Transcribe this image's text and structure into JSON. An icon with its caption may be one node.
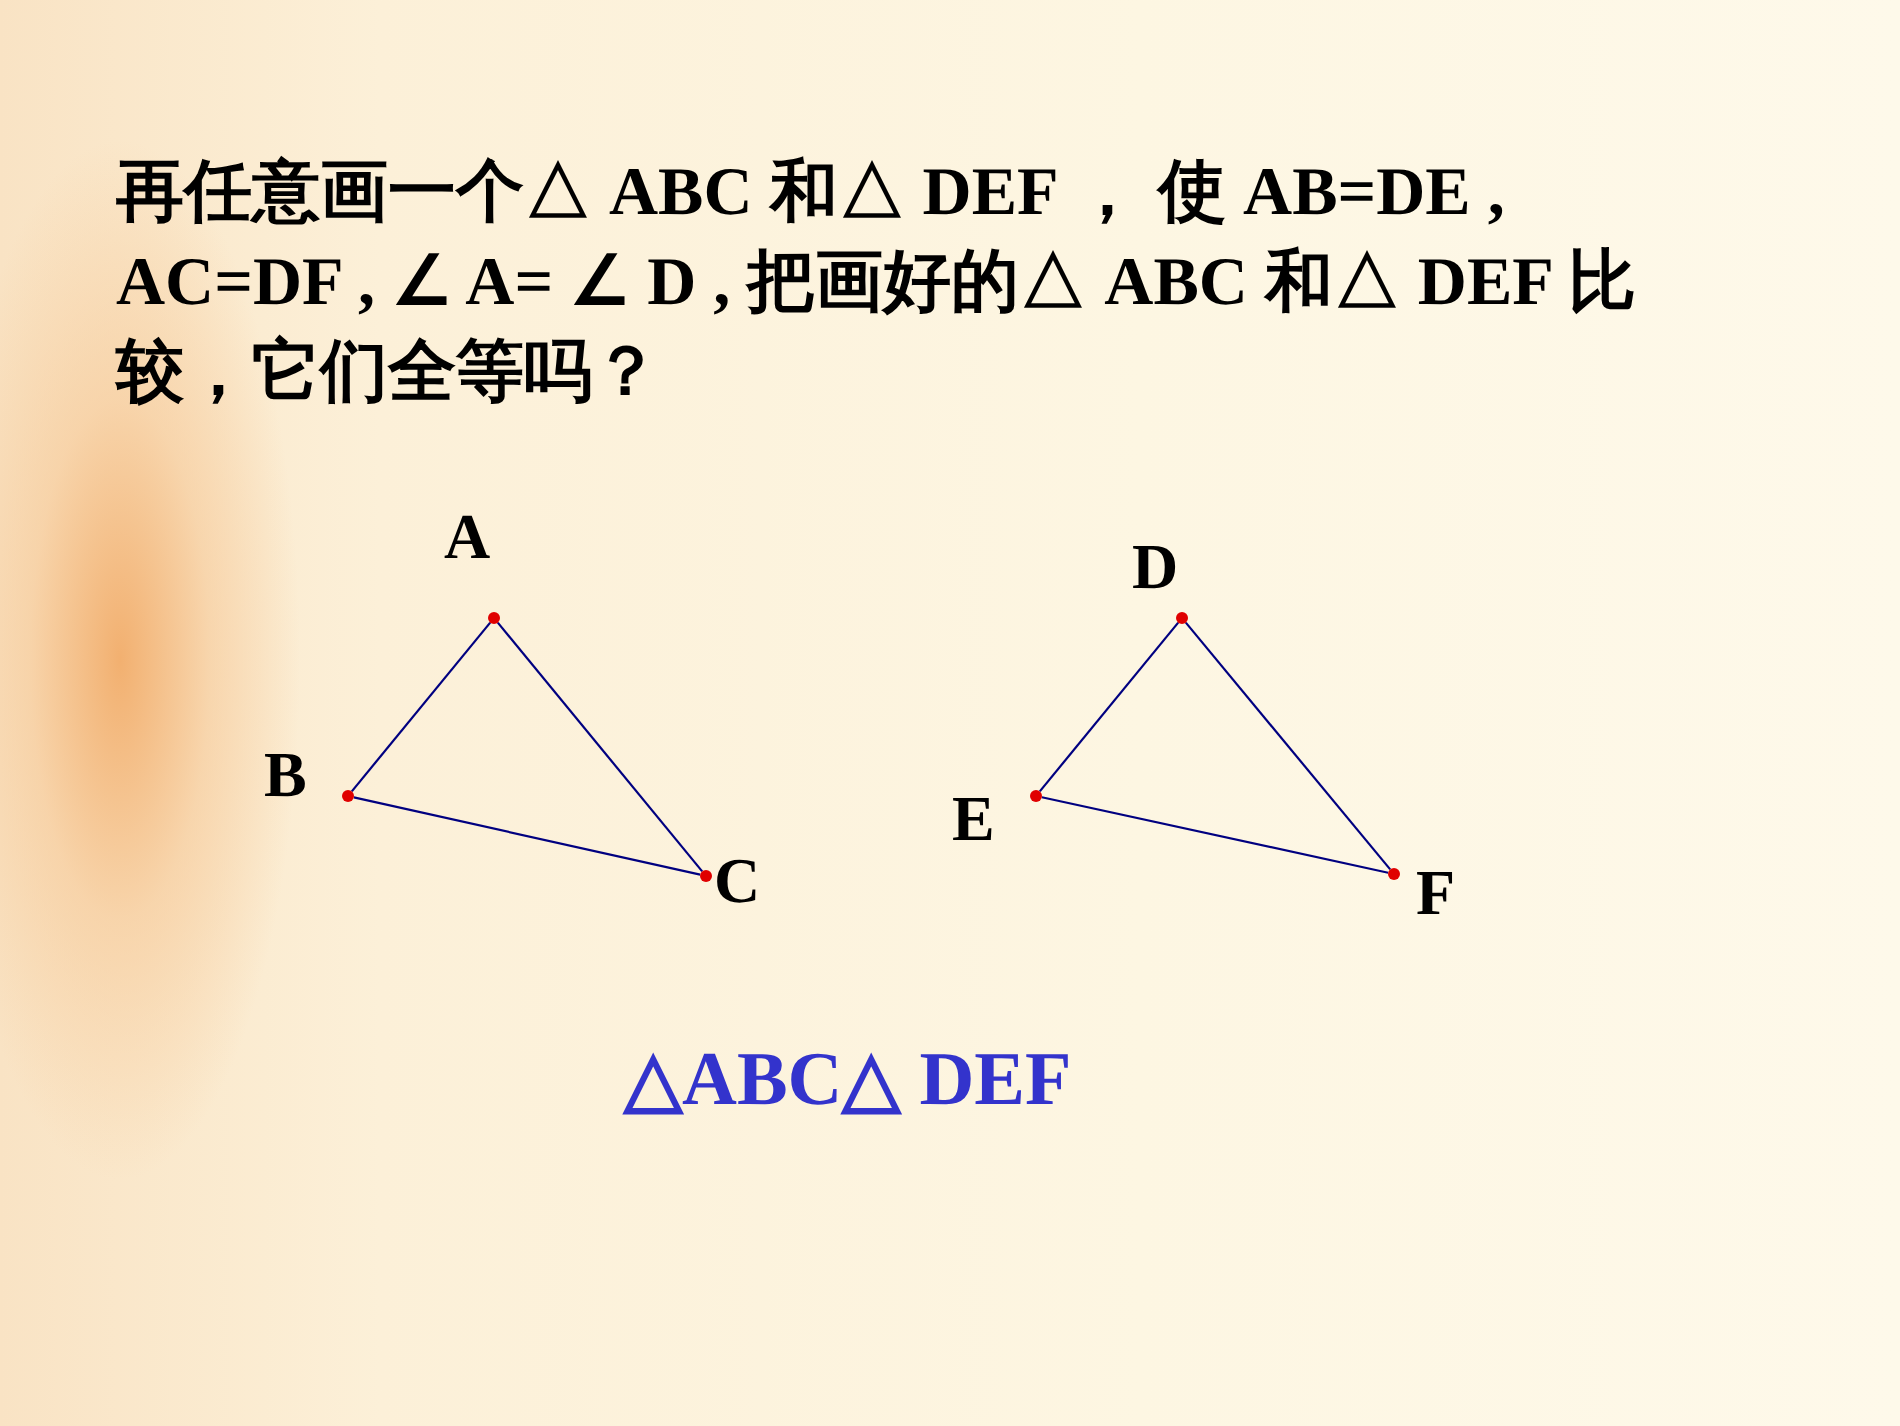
{
  "diagram": {
    "title": "再任意画一个△ ABC 和△ DEF ， 使 AB=DE , AC=DF , ∠ A= ∠ D , 把画好的△ ABC 和△ DEF 比较，它们全等吗？",
    "nodes": [
      {
        "text": [],
        "shape": "circle",
        "beside": [
          "A"
        ]
      },
      {
        "text": [],
        "shape": "circle",
        "beside": [
          "B"
        ]
      },
      {
        "text": [],
        "shape": "circle",
        "beside": [
          "C"
        ]
      },
      {
        "text": [],
        "shape": "circle",
        "beside": [
          "D"
        ]
      },
      {
        "text": [],
        "shape": "circle",
        "beside": [
          "E"
        ]
      },
      {
        "text": [],
        "shape": "circle",
        "beside": [
          "F"
        ]
      }
    ],
    "edges": [
      {
        "from": 0,
        "to": 1,
        "arrow": "none"
      },
      {
        "from": 1,
        "to": 2,
        "arrow": "none"
      },
      {
        "from": 0,
        "to": 2,
        "arrow": "none"
      },
      {
        "from": 3,
        "to": 4,
        "arrow": "none"
      },
      {
        "from": 4,
        "to": 5,
        "arrow": "none"
      },
      {
        "from": 3,
        "to": 5,
        "arrow": "none"
      }
    ],
    "labels": [
      "△ABC△ DEF"
    ]
  }
}
